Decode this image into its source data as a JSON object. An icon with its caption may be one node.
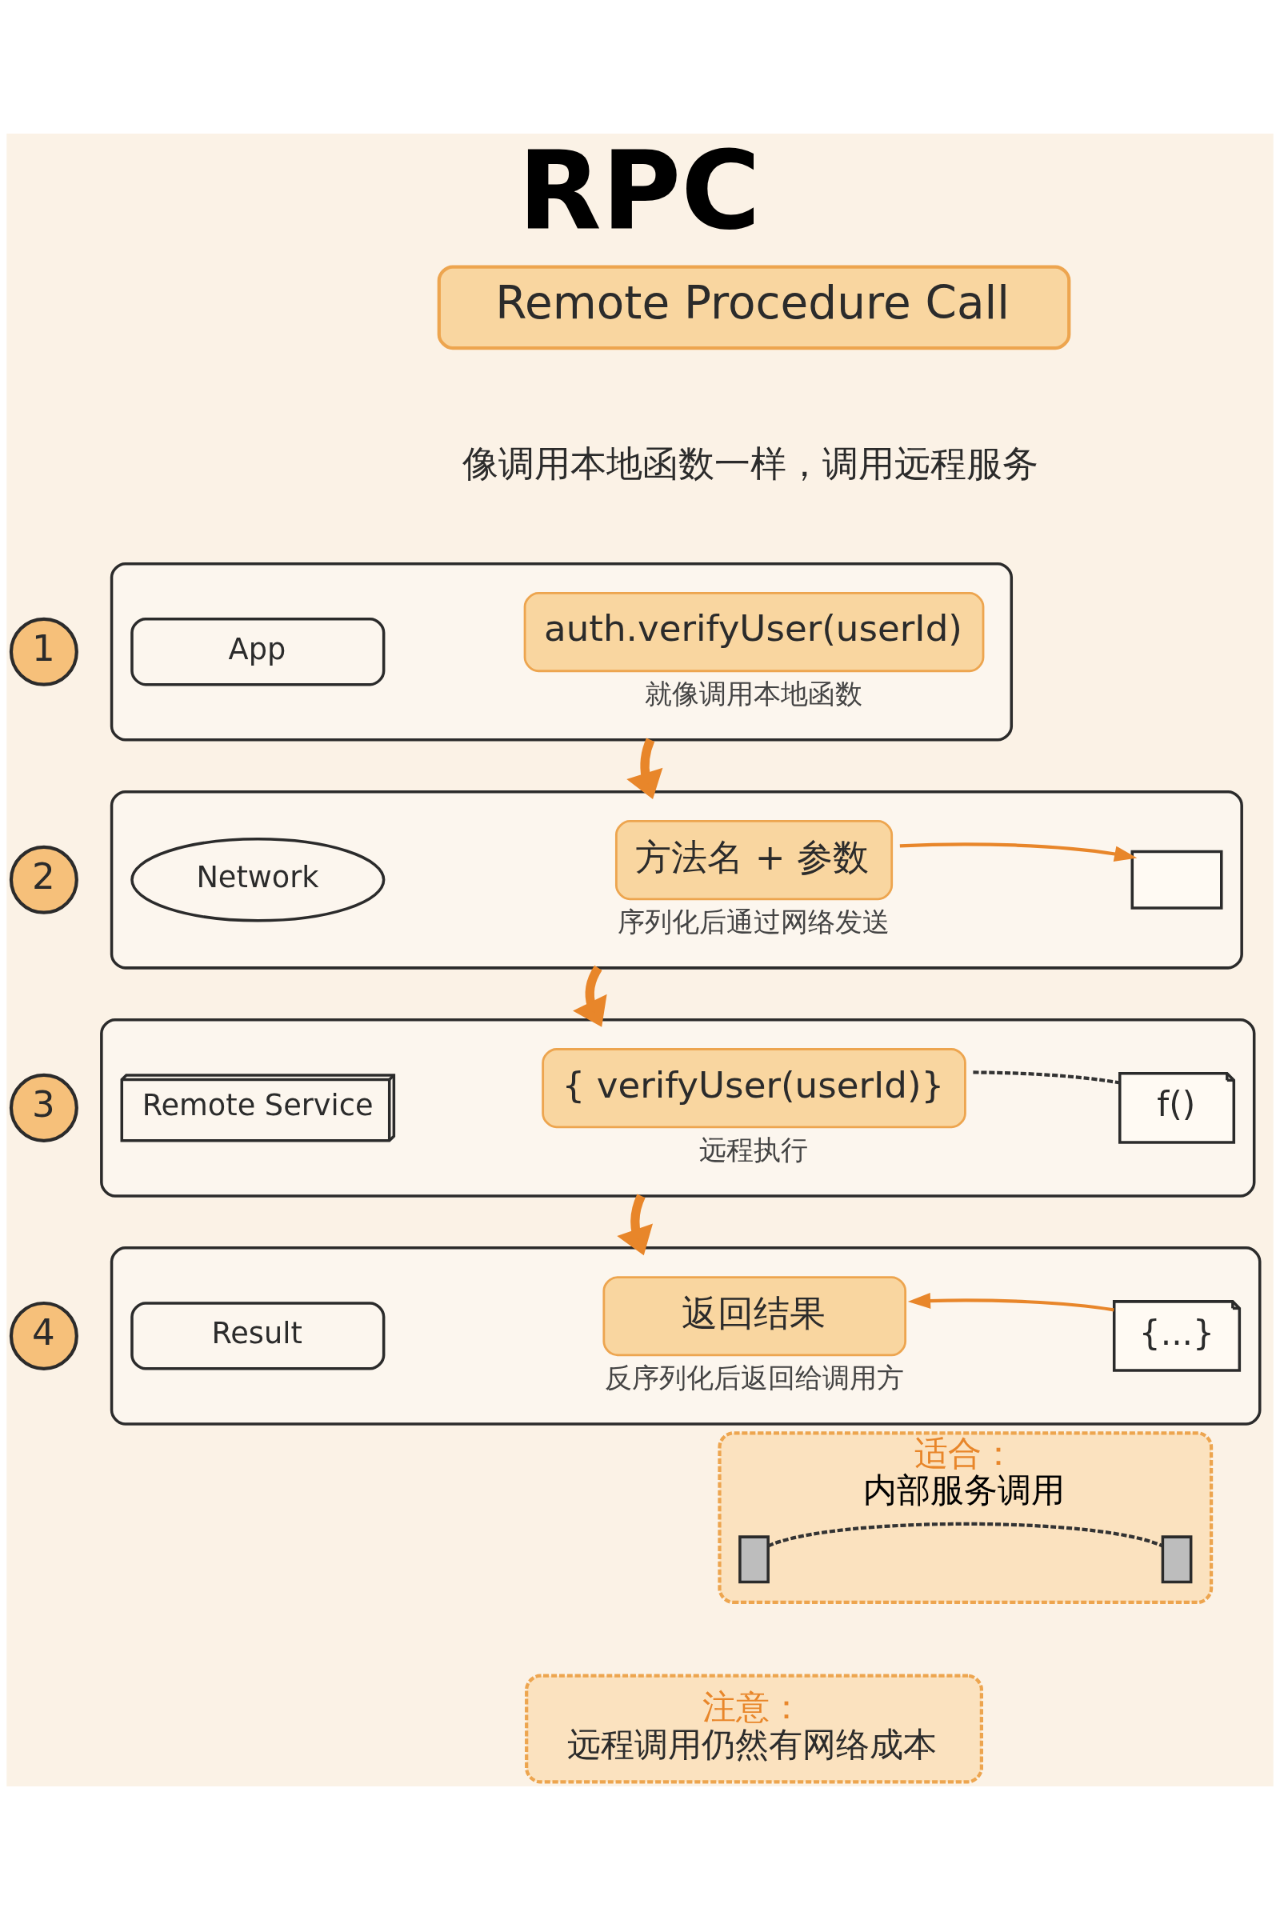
{
  "diagram": {
    "title": "RPC",
    "nodes": [
      {
        "text": [
          "Remote Procedure Call"
        ]
      },
      {
        "text": [
          "1"
        ]
      },
      {
        "text": [],
        "shape": "box"
      },
      {
        "text": [
          "App"
        ],
        "in": 2
      },
      {
        "text": [
          "auth.verifyUser(userId)"
        ],
        "in": 2,
        "beside": [
          "就像调用本地函数"
        ]
      },
      {
        "text": [
          "2"
        ]
      },
      {
        "text": [],
        "shape": "box"
      },
      {
        "text": [
          "Network"
        ],
        "in": 6
      },
      {
        "text": [
          "方法名 + 参数"
        ],
        "in": 6,
        "beside": [
          "序列化后通过网络发送"
        ]
      },
      {
        "text": [],
        "shape": "box",
        "in": 6
      },
      {
        "text": [
          "3"
        ]
      },
      {
        "text": [],
        "shape": "box"
      },
      {
        "text": [
          "Remote Service"
        ],
        "in": 11
      },
      {
        "text": [
          "{ verifyUser(userId)}"
        ],
        "in": 11,
        "beside": [
          "远程执行"
        ]
      },
      {
        "text": [
          "f()"
        ],
        "in": 11
      },
      {
        "text": [
          "4"
        ]
      },
      {
        "text": [],
        "shape": "box"
      },
      {
        "text": [
          "Result"
        ],
        "in": 16
      },
      {
        "text": [
          "返回结果"
        ],
        "in": 16,
        "beside": [
          "反序列化后返回给调用方"
        ]
      },
      {
        "text": [
          "{...}"
        ],
        "in": 16
      },
      {
        "text": [
          "适合：",
          "内部服务调用"
        ]
      },
      {
        "text": [],
        "shape": "box",
        "in": 20
      },
      {
        "text": [],
        "shape": "box",
        "in": 20
      },
      {
        "text": [
          "注意：",
          "远程调用仍然有网络成本"
        ]
      }
    ],
    "edges": [
      {
        "from": 2,
        "to": 6,
        "arrow": "to",
        "style": "thick"
      },
      {
        "from": 8,
        "to": 9,
        "arrow": "to"
      },
      {
        "from": 6,
        "to": 11,
        "arrow": "to",
        "style": "thick"
      },
      {
        "from": 13,
        "to": 14,
        "arrow": "none",
        "style": "dashed",
        "color": "#333333"
      },
      {
        "from": 11,
        "to": 16,
        "arrow": "to",
        "style": "thick"
      },
      {
        "from": 19,
        "to": 18,
        "arrow": "to"
      },
      {
        "from": 21,
        "to": 22,
        "arrow": "none",
        "style": "dashed",
        "color": "#333333"
      }
    ],
    "labels": [
      "像调用本地函数一样，调用远程服务"
    ]
  }
}
